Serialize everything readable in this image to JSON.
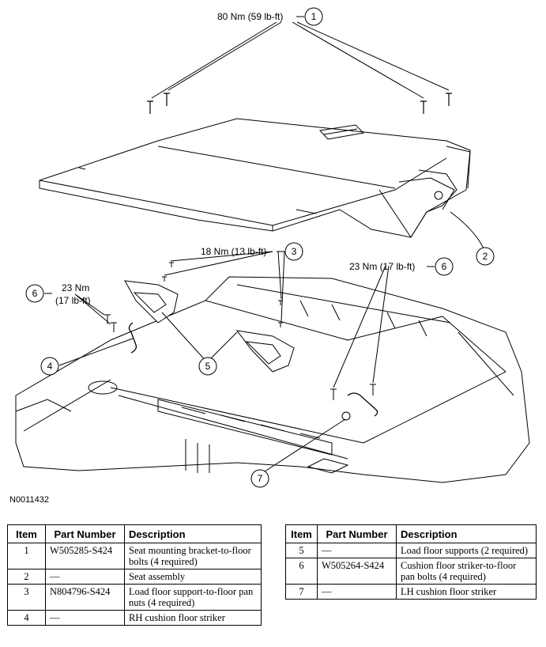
{
  "callouts": {
    "c1": {
      "num": "1",
      "label": "80 Nm (59 lb-ft)"
    },
    "c2": {
      "num": "2"
    },
    "c3": {
      "num": "3",
      "label": "18 Nm (13 lb-ft)"
    },
    "c4": {
      "num": "4"
    },
    "c5": {
      "num": "5"
    },
    "c6a": {
      "num": "6",
      "label_line1": "23 Nm",
      "label_line2": "(17 lb-ft)"
    },
    "c6b": {
      "num": "6",
      "label": "23 Nm (17 lb-ft)"
    },
    "c7": {
      "num": "7"
    }
  },
  "figure_id": "N0011432",
  "table": {
    "headers": {
      "item": "Item",
      "part_number": "Part Number",
      "description": "Description"
    },
    "left_rows": [
      {
        "item": "1",
        "part": "W505285-S424",
        "desc": "Seat mounting bracket-to-floor bolts (4 required)"
      },
      {
        "item": "2",
        "part": "—",
        "desc": "Seat assembly"
      },
      {
        "item": "3",
        "part": "N804796-S424",
        "desc": "Load floor support-to-floor pan nuts (4 required)"
      },
      {
        "item": "4",
        "part": "—",
        "desc": "RH cushion floor striker"
      }
    ],
    "right_rows": [
      {
        "item": "5",
        "part": "—",
        "desc": "Load floor supports (2 required)"
      },
      {
        "item": "6",
        "part": "W505264-S424",
        "desc": "Cushion floor striker-to-floor pan bolts (4 required)"
      },
      {
        "item": "7",
        "part": "—",
        "desc": "LH cushion floor striker"
      }
    ]
  }
}
